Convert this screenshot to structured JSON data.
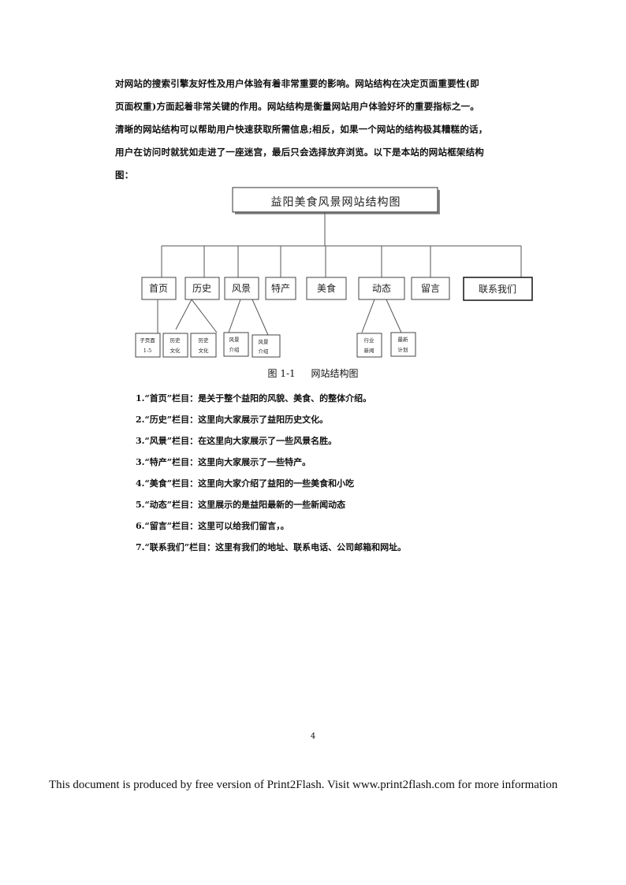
{
  "body": {
    "lines": [
      "对网站的搜索引擎友好性及用户体验有着非常重要的影响。网站结构在决定页面重要性(即",
      "页面权重)方面起着非常关键的作用。网站结构是衡量网站用户体验好坏的重要指标之一。",
      "清晰的网站结构可以帮助用户快速获取所需信息;相反，如果一个网站的结构极其糟糕的话，",
      "用户在访问时就犹如走进了一座迷宫，最后只会选择放弃浏览。以下是本站的网站框架结构",
      "图："
    ]
  },
  "diagram": {
    "root": "益阳美食风景网站结构图",
    "nodes": [
      "首页",
      "历史",
      "风景",
      "特产",
      "美食",
      "动态",
      "留言",
      "联系我们"
    ],
    "leaves": [
      [
        "子页面",
        "1-5"
      ],
      [
        "历史",
        "文化"
      ],
      [
        "历史",
        "文化"
      ],
      [
        "风景",
        "介绍"
      ],
      [
        "风景",
        "介绍"
      ],
      [
        "行业",
        "新闻"
      ],
      [
        "最新",
        "计划"
      ]
    ]
  },
  "caption": {
    "number": "图 1-1",
    "title": "网站结构图"
  },
  "list": [
    "1.“首页”栏目：是关于整个益阳的风貌、美食、的整体介绍。",
    "2.“历史”栏目：这里向大家展示了益阳历史文化。",
    "3.“风景”栏目：在这里向大家展示了一些风景名胜。",
    "3.“特产”栏目：这里向大家展示了一些特产。",
    "4.“美食”栏目：这里向大家介绍了益阳的一些美食和小吃",
    "5.“动态”栏目：这里展示的是益阳最新的一些新闻动态",
    "6.“留言”栏目：这里可以给我们留言，。",
    "7.“联系我们”栏目：这里有我们的地址、联系电话、公司邮箱和网址。"
  ],
  "page_number": "4",
  "footer": "This document is produced by free version of Print2Flash. Visit www.print2flash.com for more information"
}
